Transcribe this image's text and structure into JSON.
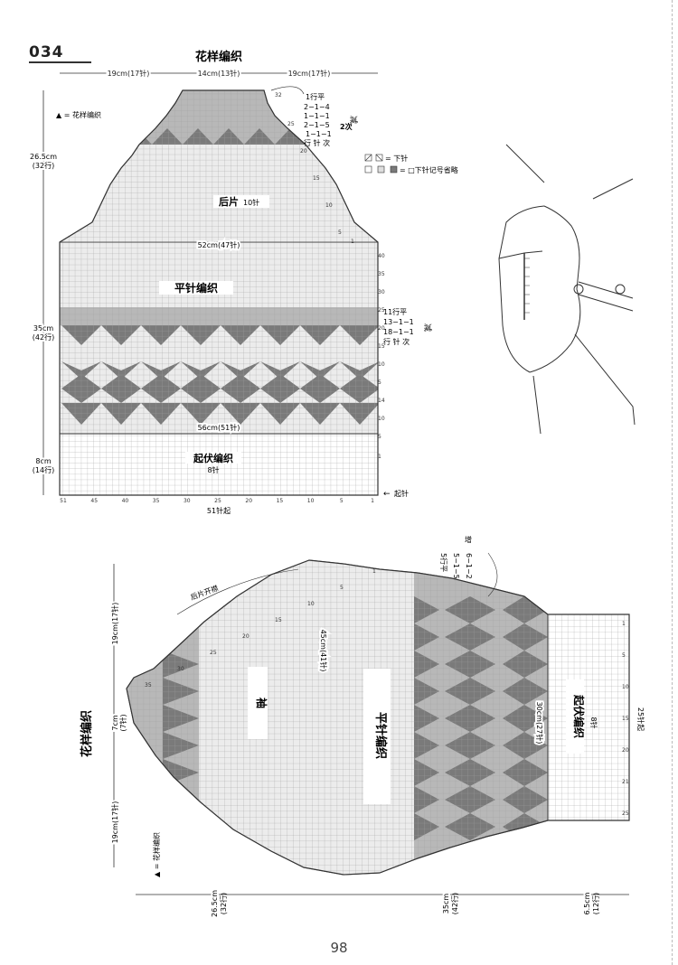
{
  "page": {
    "number": "98",
    "pattern_id": "034"
  },
  "colors": {
    "grid": "#9a9a9a",
    "dark": "#7a7a7a",
    "mid": "#b8b8b8",
    "light": "#dedede",
    "ink": "#333333"
  },
  "body_piece": {
    "section_title": "花样编织",
    "top_widths": [
      "19cm(17针)",
      "14cm(13针)",
      "19cm(17针)"
    ],
    "legend_pattern": "▲ = 花样编织",
    "back_label": "后片",
    "back_stitch": "10针",
    "width_52": "52cm(47针)",
    "plain_knit": "平针编织",
    "width_56": "56cm(51针)",
    "garter": "起伏编织",
    "garter_stitch": "8针",
    "cast_on_count": "51针起",
    "cast_on_label": "起针",
    "dec_note_1": [
      "1行平",
      "2−1−4",
      "1−1−1",
      "2−1−5",
      "1−1−1",
      "行 针 次"
    ],
    "dec_note_1_times": "2次",
    "dec_note_2": [
      "11行平",
      "13−1−1",
      "18−1−1",
      "行 针 次"
    ],
    "dec_word": "减",
    "symbol_legend_1": "= 下针",
    "symbol_legend_2": "= □下针记号省略",
    "height_top": [
      "26.5cm",
      "(32行)"
    ],
    "height_mid": [
      "35cm",
      "(42行)"
    ],
    "height_bottom": [
      "8cm",
      "(14行)"
    ],
    "row_marks": [
      "32",
      "25",
      "20",
      "15",
      "10",
      "5",
      "1",
      "40",
      "35",
      "30",
      "25",
      "20",
      "15",
      "10",
      "5",
      "14",
      "10",
      "5",
      "1"
    ],
    "col_marks": [
      "51",
      "45",
      "40",
      "35",
      "30",
      "25",
      "20",
      "15",
      "10",
      "5",
      "1"
    ]
  },
  "sleeve_piece": {
    "pattern_label": "花样编织",
    "pattern_legend": "▲ = 花样编织",
    "sleeve_label": "袖",
    "plain_knit": "平针编织",
    "length_45": "45cm(41针)",
    "width_30": "30cm(27针)",
    "garter": "起伏编织",
    "garter_stitch": "8针",
    "cast_on": "25针起",
    "top_note": "后片开襟",
    "inc_word": "增",
    "inc_note": [
      "5行平",
      "5−1−5",
      "6−1−2"
    ],
    "dims_left": [
      "19cm(17针)",
      "7cm",
      "(7针)",
      "19cm(17针)"
    ],
    "dims_bottom": [
      "26.5cm",
      "(32行)",
      "35cm",
      "(42行)",
      "6.5cm",
      "(12行)"
    ],
    "row_marks": [
      "35",
      "30",
      "25",
      "20",
      "15",
      "10",
      "5",
      "1"
    ],
    "cuff_rows": [
      "25",
      "21",
      "20",
      "15",
      "10",
      "5",
      "1"
    ]
  }
}
